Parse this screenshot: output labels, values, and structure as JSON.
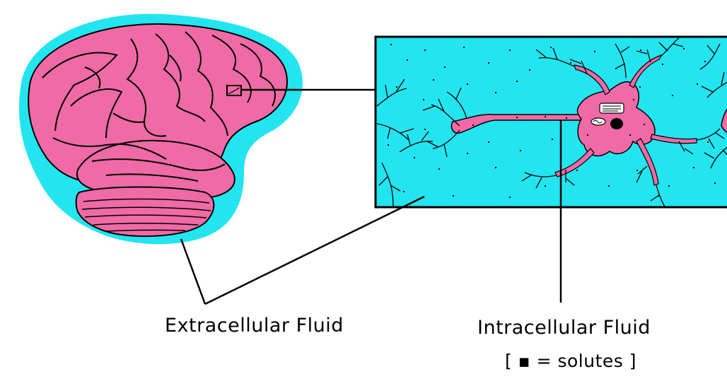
{
  "labels": {
    "extracellular": "Extracellular Fluid",
    "intracellular": "Intracellular Fluid",
    "solutes_legend": "[ ▪  = solutes ]"
  },
  "colors": {
    "fluid": "#22e5f0",
    "tissue": "#f06aa6",
    "outline": "#000000",
    "background": "#ffffff"
  },
  "icons": [
    "brain-icon",
    "neuron-icon",
    "solute-dot-icon"
  ]
}
